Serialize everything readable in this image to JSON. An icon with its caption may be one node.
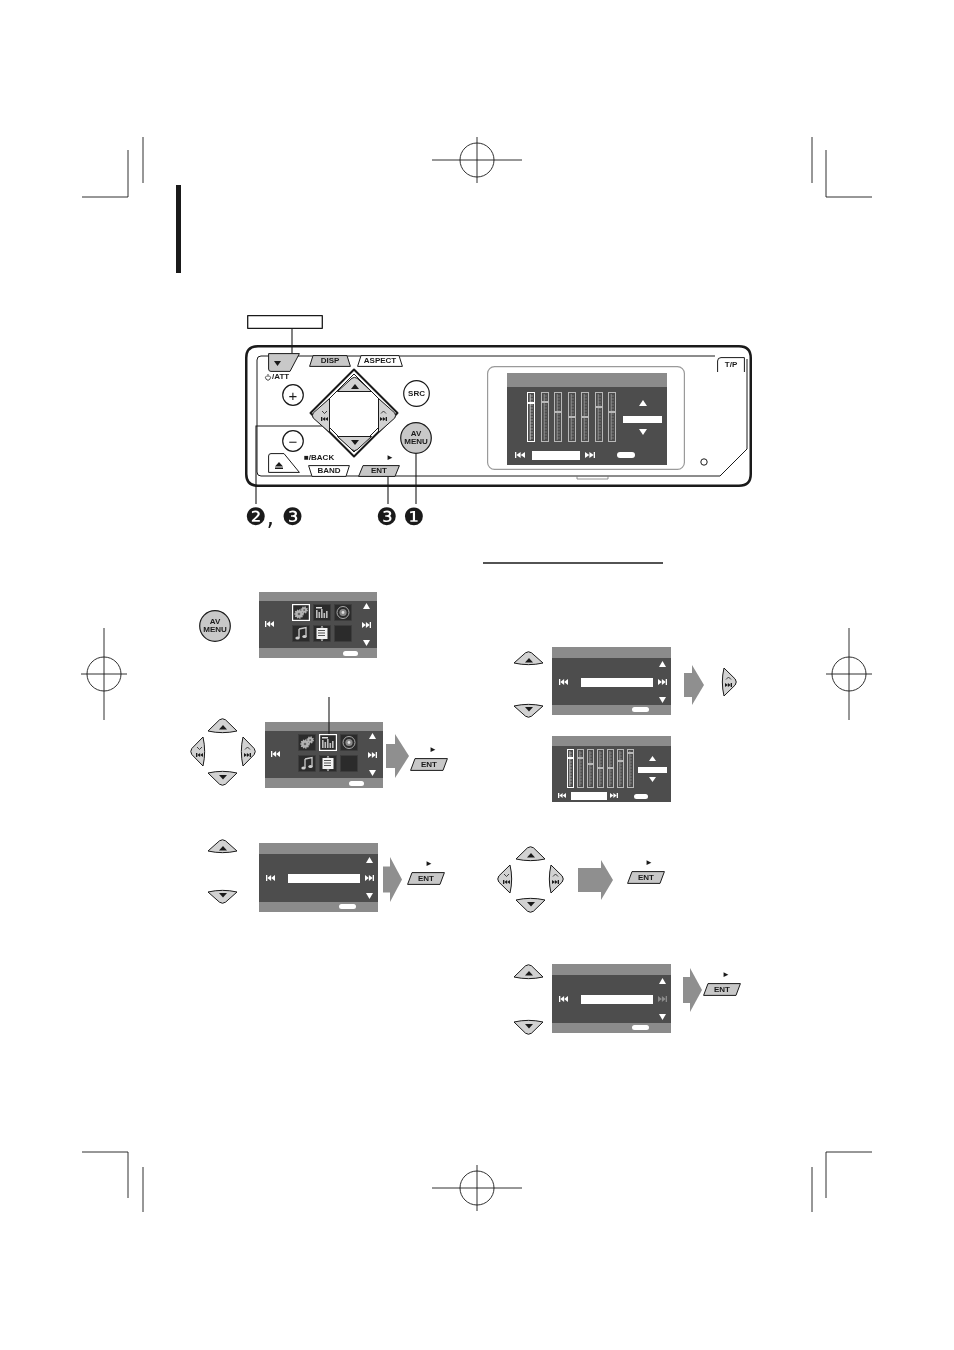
{
  "diagram": {
    "nodes": [
      {
        "text": [],
        "shape": "box"
      },
      {
        "text": [],
        "shape": "box"
      },
      {
        "text": [],
        "shape": "button",
        "in": 1,
        "beside": [
          "/ATT"
        ]
      },
      {
        "text": [
          "DISP"
        ],
        "in": 1
      },
      {
        "text": [
          "ASPECT"
        ],
        "in": 1
      },
      {
        "text": [
          "T/P"
        ],
        "in": 1
      },
      {
        "text": [
          "+"
        ],
        "in": 1
      },
      {
        "text": [],
        "shape": "diamond",
        "in": 1
      },
      {
        "text": [],
        "shape": "button",
        "in": 7
      },
      {
        "text": [],
        "shape": "button",
        "in": 7
      },
      {
        "text": [],
        "shape": "button",
        "in": 7
      },
      {
        "text": [],
        "shape": "button",
        "in": 7
      },
      {
        "text": [
          "SRC"
        ],
        "in": 1
      },
      {
        "text": [
          "−"
        ],
        "in": 1
      },
      {
        "text": [
          "AV MENU"
        ],
        "in": 1
      },
      {
        "text": [],
        "shape": "button",
        "in": 1
      },
      {
        "text": [
          "BAND"
        ],
        "in": 1,
        "beside": [
          "■/BACK"
        ]
      },
      {
        "text": [
          "ENT"
        ],
        "in": 1,
        "beside": [
          "►"
        ]
      },
      {
        "text": [],
        "shape": "box",
        "in": 1
      },
      {
        "text": [
          "❷, ❸"
        ]
      },
      {
        "text": [
          "❸"
        ]
      },
      {
        "text": [
          "❶"
        ]
      },
      {
        "text": [
          "AV MENU"
        ]
      },
      {
        "text": [],
        "shape": "box"
      },
      {
        "text": [],
        "shape": "button"
      },
      {
        "text": [],
        "shape": "button"
      },
      {
        "text": [],
        "shape": "button"
      },
      {
        "text": [],
        "shape": "button"
      },
      {
        "text": [],
        "shape": "box"
      },
      {
        "text": [],
        "shape": "picture",
        "in": 28
      },
      {
        "text": [
          "ENT"
        ],
        "beside": [
          "►"
        ]
      },
      {
        "text": [],
        "shape": "button"
      },
      {
        "text": [],
        "shape": "button"
      },
      {
        "text": [],
        "shape": "box"
      },
      {
        "text": [
          "ENT"
        ],
        "beside": [
          "►"
        ]
      },
      {
        "text": [],
        "shape": "button"
      },
      {
        "text": [],
        "shape": "button"
      },
      {
        "text": [],
        "shape": "box"
      },
      {
        "text": [],
        "shape": "button"
      },
      {
        "text": [],
        "shape": "box"
      },
      {
        "text": [],
        "shape": "button"
      },
      {
        "text": [],
        "shape": "button"
      },
      {
        "text": [],
        "shape": "button"
      },
      {
        "text": [],
        "shape": "button"
      },
      {
        "text": [
          "ENT"
        ],
        "beside": [
          "►"
        ]
      },
      {
        "text": [],
        "shape": "button"
      },
      {
        "text": [],
        "shape": "button"
      },
      {
        "text": [],
        "shape": "box"
      },
      {
        "text": [
          "ENT"
        ],
        "beside": [
          "►"
        ]
      }
    ],
    "edges": [
      {
        "from": 0,
        "to": 2,
        "arrow": "none"
      },
      {
        "from": 19,
        "to": 7,
        "arrow": "none"
      },
      {
        "from": 20,
        "to": 17,
        "arrow": "none"
      },
      {
        "from": 21,
        "to": 14,
        "arrow": "none"
      },
      {
        "from": null,
        "to": 29,
        "arrow": "none"
      },
      {
        "from": 28,
        "to": 30,
        "arrow": "to",
        "style": "thick",
        "color": "#8f8f8f"
      },
      {
        "from": 33,
        "to": 34,
        "arrow": "to",
        "style": "thick",
        "color": "#8f8f8f"
      },
      {
        "from": 37,
        "to": 38,
        "arrow": "to",
        "style": "thick",
        "color": "#8f8f8f"
      },
      {
        "from": 42,
        "to": 44,
        "arrow": "to",
        "style": "thick",
        "color": "#8f8f8f"
      },
      {
        "from": 47,
        "to": 48,
        "arrow": "to",
        "style": "thick",
        "color": "#8f8f8f"
      }
    ]
  }
}
